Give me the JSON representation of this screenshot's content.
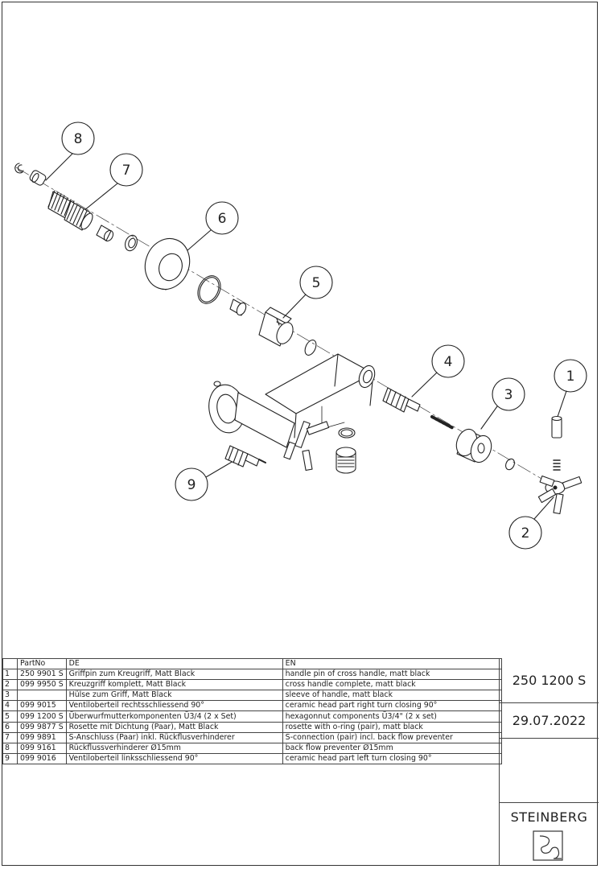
{
  "callouts": [
    "1",
    "2",
    "3",
    "4",
    "5",
    "6",
    "7",
    "8",
    "9"
  ],
  "table": {
    "headers": [
      "",
      "PartNo",
      "DE",
      "EN"
    ],
    "rows": [
      {
        "pos": "1",
        "part": "250 9901 S",
        "de": "Griffpin zum Kreugriff, Matt Black",
        "en": "handle pin of cross handle, matt black"
      },
      {
        "pos": "2",
        "part": "099 9950 S",
        "de": "Kreuzgriff komplett, Matt Black",
        "en": "cross handle complete, matt black"
      },
      {
        "pos": "3",
        "part": "",
        "de": "Hülse zum Griff, Matt Black",
        "en": "sleeve of handle, matt black"
      },
      {
        "pos": "4",
        "part": "099 9015",
        "de": "Ventiloberteil rechtsschliessend 90°",
        "en": "ceramic head part right turn closing  90°"
      },
      {
        "pos": "5",
        "part": "099 1200 S",
        "de": "Überwurfmutterkomponenten Ü3/4 (2 x Set)",
        "en": "hexagonnut components Ü3/4\" (2 x set)"
      },
      {
        "pos": "6",
        "part": "099 9877 S",
        "de": "Rosette mit Dichtung (Paar), Matt Black",
        "en": "rosette with o-ring (pair), matt black"
      },
      {
        "pos": "7",
        "part": "099 9891",
        "de": "S-Anschluss (Paar) inkl. Rückflusverhinderer",
        "en": "S-connection (pair) incl. back flow preventer"
      },
      {
        "pos": "8",
        "part": "099 9161",
        "de": "Rückflussverhinderer Ø15mm",
        "en": "back flow preventer Ø15mm"
      },
      {
        "pos": "9",
        "part": "099 9016",
        "de": "Ventiloberteil linksschliessend 90°",
        "en": "ceramic head part left turn closing 90°"
      }
    ]
  },
  "title_block": {
    "number": "250 1200 S",
    "date": "29.07.2022",
    "brand": "STEINBERG"
  },
  "icons": {
    "logo": "steinberg-logo-icon"
  }
}
